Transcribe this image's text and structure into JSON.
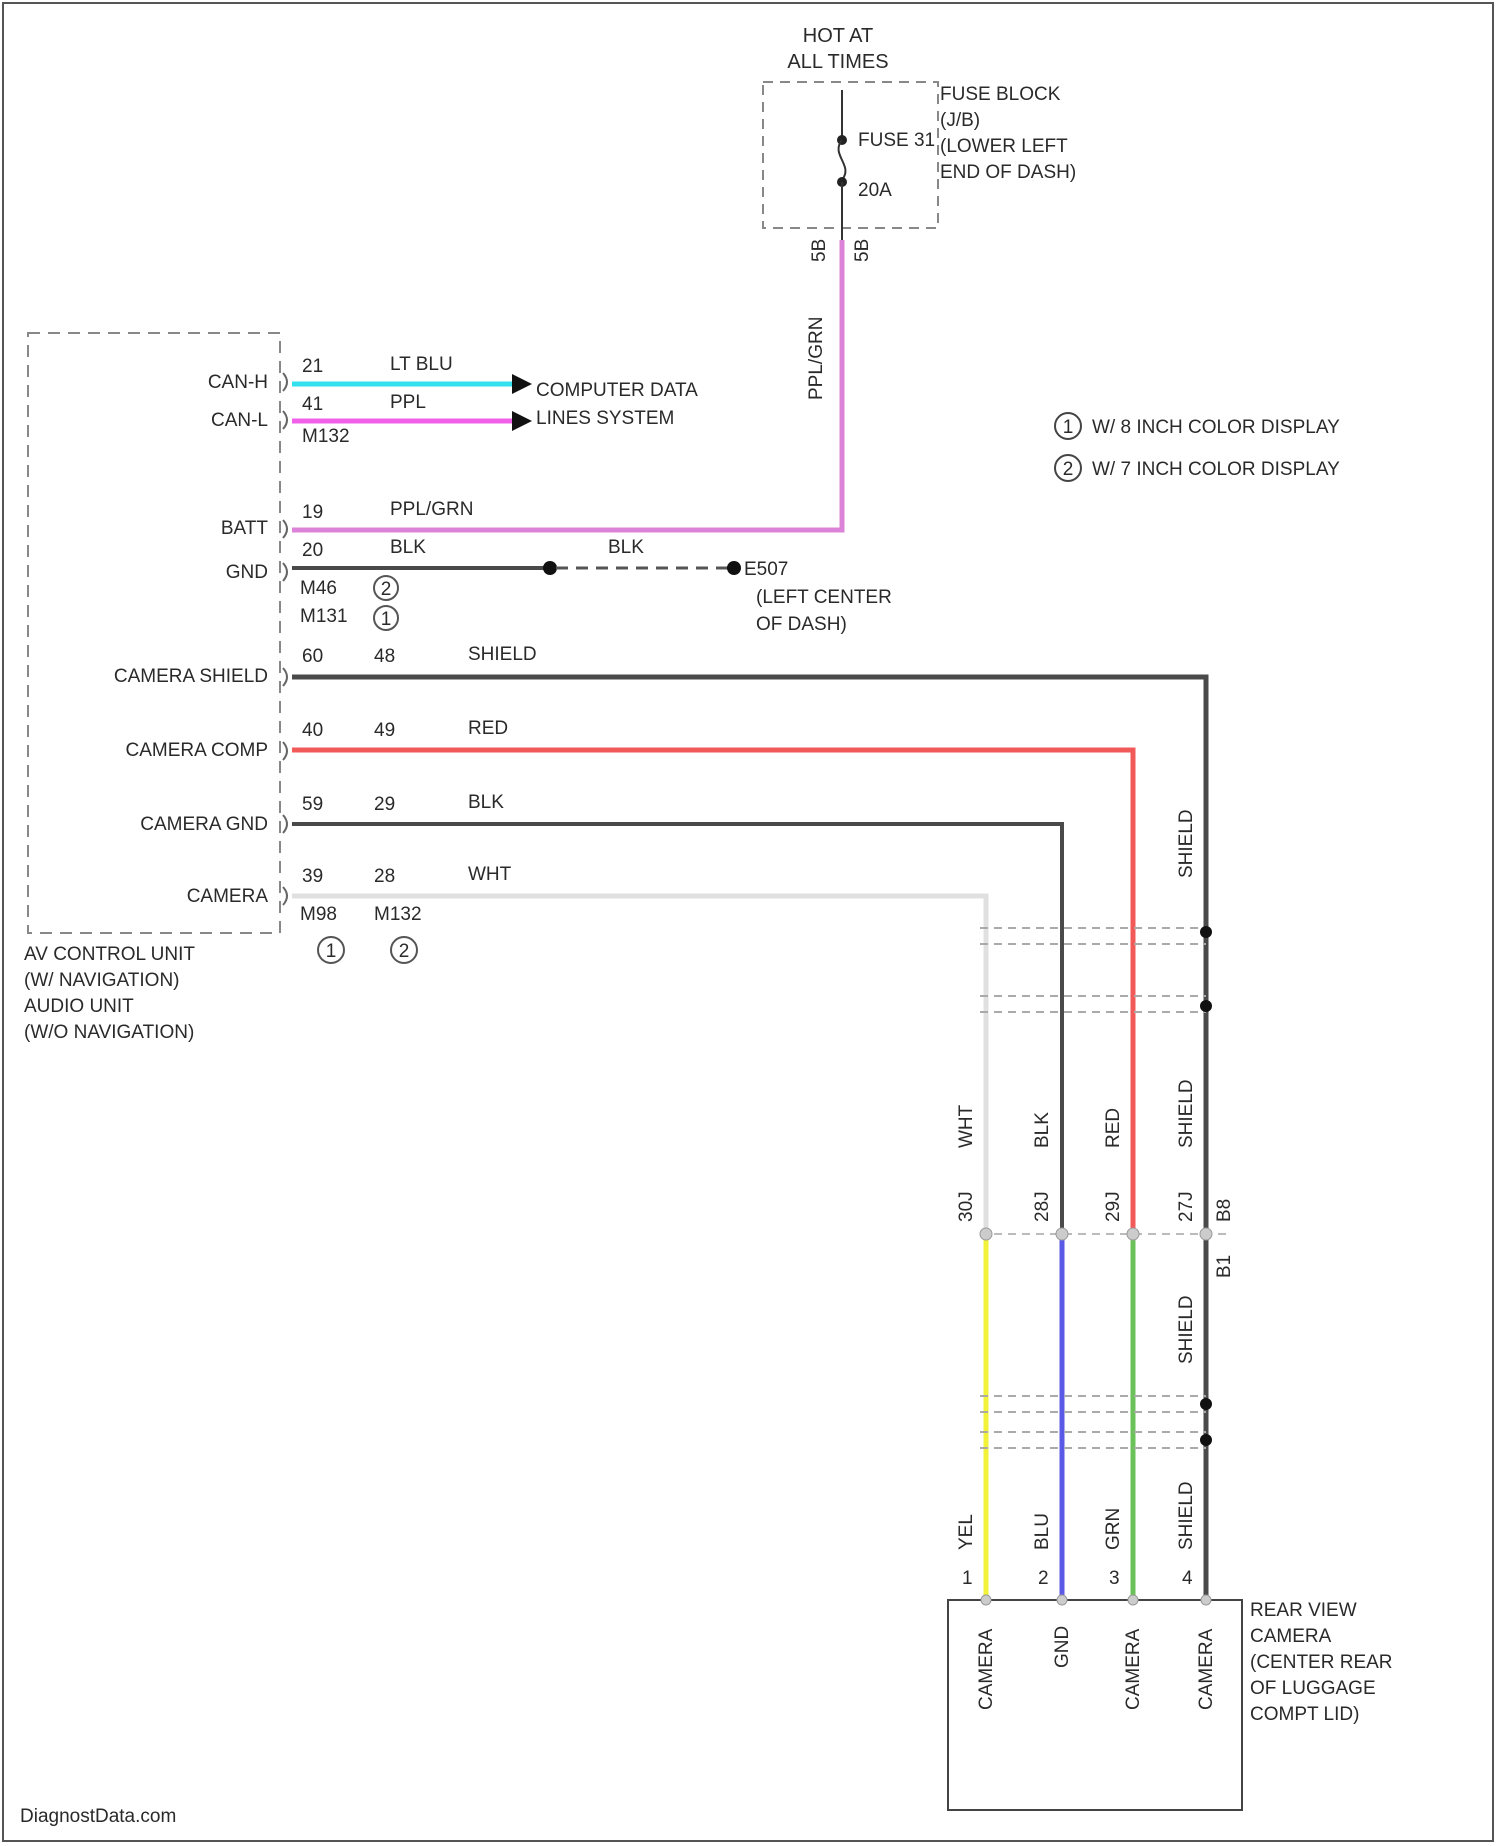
{
  "fuse_block": {
    "hot_label": [
      "HOT AT",
      "ALL TIMES"
    ],
    "name_lines": [
      "FUSE BLOCK",
      "(J/B)",
      "(LOWER LEFT",
      "END OF DASH)"
    ],
    "fuse_name": "FUSE 31",
    "fuse_rating": "20A",
    "pin_left": "5B",
    "pin_right": "5B",
    "wire_color": "PPL/GRN"
  },
  "legend": [
    {
      "marker": "1",
      "text": "W/ 8 INCH COLOR DISPLAY"
    },
    {
      "marker": "2",
      "text": "W/ 7 INCH COLOR DISPLAY"
    }
  ],
  "av_unit": {
    "title_lines": [
      "AV CONTROL UNIT",
      "(W/ NAVIGATION)",
      "AUDIO UNIT",
      "(W/O NAVIGATION)"
    ],
    "connector_labels": [
      {
        "text": "M98",
        "marker": "1"
      },
      {
        "text": "M132",
        "marker": "2"
      }
    ],
    "pins": [
      {
        "name": "CAN-H",
        "pin_a": "21",
        "pin_b": "",
        "wire_color": "LT BLU"
      },
      {
        "name": "CAN-L",
        "pin_a": "41",
        "pin_b": "",
        "wire_color": "PPL",
        "connector": "M132"
      },
      {
        "name": "BATT",
        "pin_a": "19",
        "pin_b": "",
        "wire_color": "PPL/GRN"
      },
      {
        "name": "GND",
        "pin_a": "20",
        "pin_b": "",
        "wire_color": "BLK",
        "connector_1": "M46",
        "connector_2": "M131"
      },
      {
        "name": "CAMERA SHIELD",
        "pin_a": "60",
        "pin_b": "48",
        "wire_color": "SHIELD"
      },
      {
        "name": "CAMERA COMP",
        "pin_a": "40",
        "pin_b": "49",
        "wire_color": "RED"
      },
      {
        "name": "CAMERA GND",
        "pin_a": "59",
        "pin_b": "29",
        "wire_color": "BLK"
      },
      {
        "name": "CAMERA",
        "pin_a": "39",
        "pin_b": "28",
        "wire_color": "WHT"
      }
    ]
  },
  "can_destination": [
    "COMPUTER DATA",
    "LINES SYSTEM"
  ],
  "ground": {
    "wire_color": "BLK",
    "name": "E507",
    "location_lines": [
      "(LEFT CENTER",
      "OF DASH)"
    ]
  },
  "harness_upper": {
    "wire_labels": [
      "WHT",
      "BLK",
      "RED",
      "SHIELD"
    ],
    "shield_label": "SHIELD",
    "pins": [
      "30J",
      "28J",
      "29J",
      "27J"
    ],
    "connector": "B8",
    "connector_2": "B1"
  },
  "harness_lower": {
    "wire_labels": [
      "YEL",
      "BLU",
      "GRN",
      "SHIELD"
    ],
    "shield_label": "SHIELD",
    "pins": [
      "1",
      "2",
      "3",
      "4"
    ]
  },
  "camera": {
    "name_lines": [
      "REAR VIEW",
      "CAMERA",
      "(CENTER REAR",
      "OF LUGGAGE",
      "COMPT LID)"
    ],
    "pin_labels": [
      "CAMERA",
      "GND",
      "CAMERA",
      "CAMERA"
    ]
  },
  "colors": {
    "lt_blu": "#33e0ee",
    "ppl": "#f060e8",
    "ppl_grn": "#dc82d8",
    "blk": "#4a4a4a",
    "red": "#f25a5a",
    "wht": "#e0e0e0",
    "yel": "#f2f23a",
    "blu": "#5a5ae6",
    "grn": "#6cc25a"
  },
  "footer": "DiagnostData.com"
}
